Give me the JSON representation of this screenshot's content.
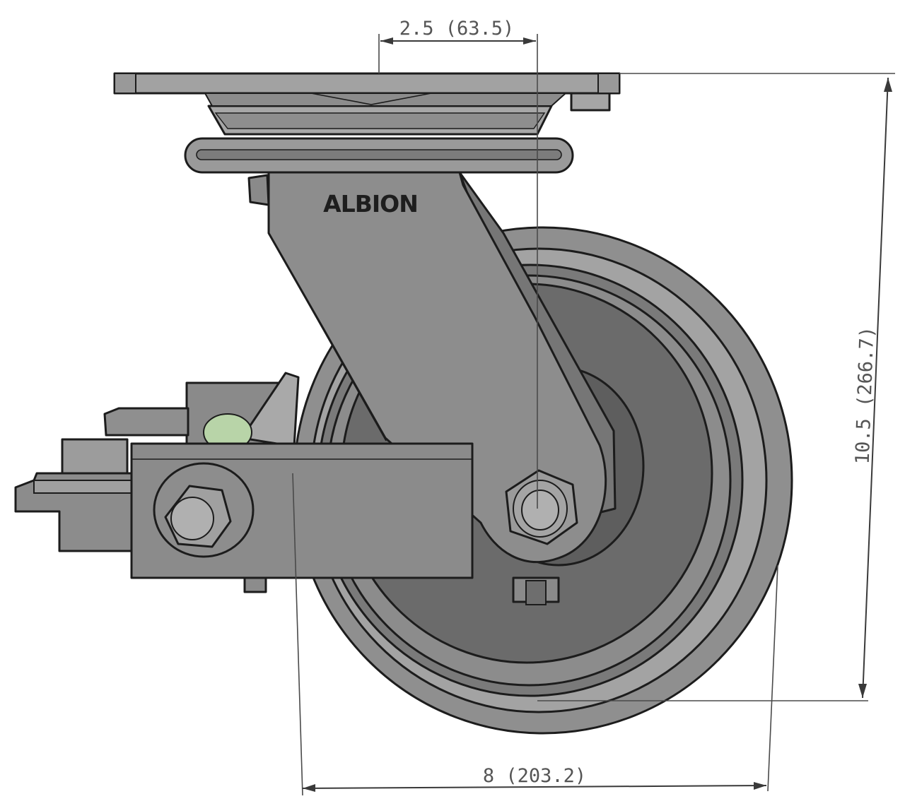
{
  "brand": {
    "name": "ALBION"
  },
  "dimensions": {
    "offset": "2.5 (63.5)",
    "height": "10.5 (266.7)",
    "width": "8 (203.2)"
  },
  "colors": {
    "metal": "#8a8a8a",
    "metal_light": "#a8a8a8",
    "metal_dark": "#6a6a6a",
    "wheel_core": "#666666",
    "outline": "#1c1c1c",
    "brake_pad": "#b8d4a8"
  }
}
